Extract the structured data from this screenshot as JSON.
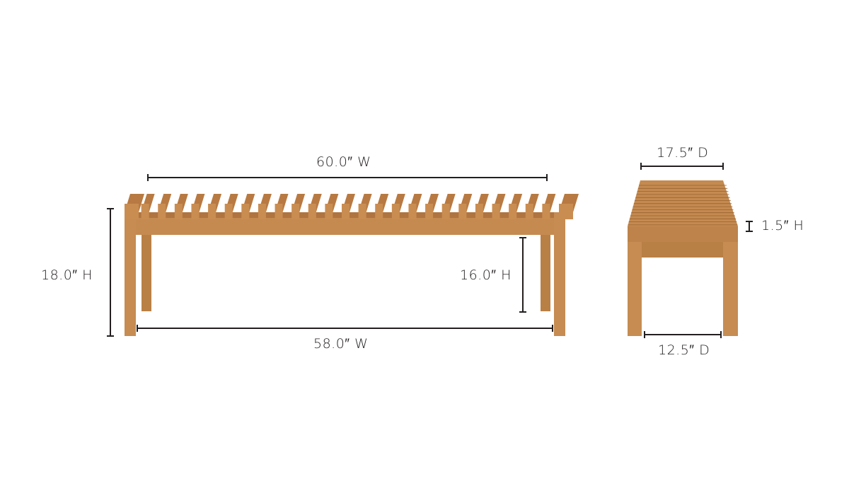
{
  "front_view": {
    "overall_width": "60.0″ W",
    "overall_height": "18.0″ H",
    "inner_clearance_height": "16.0″ H",
    "inner_leg_width": "58.0″ W",
    "slat_count": 27
  },
  "side_view": {
    "top_depth": "17.5″ D",
    "seat_thickness": "1.5″ H",
    "inner_leg_depth": "12.5″ D"
  },
  "colors": {
    "wood_light": "#c98d52",
    "wood_mid": "#b87a42",
    "wood_dark": "#9a6230",
    "line": "#231f20"
  }
}
